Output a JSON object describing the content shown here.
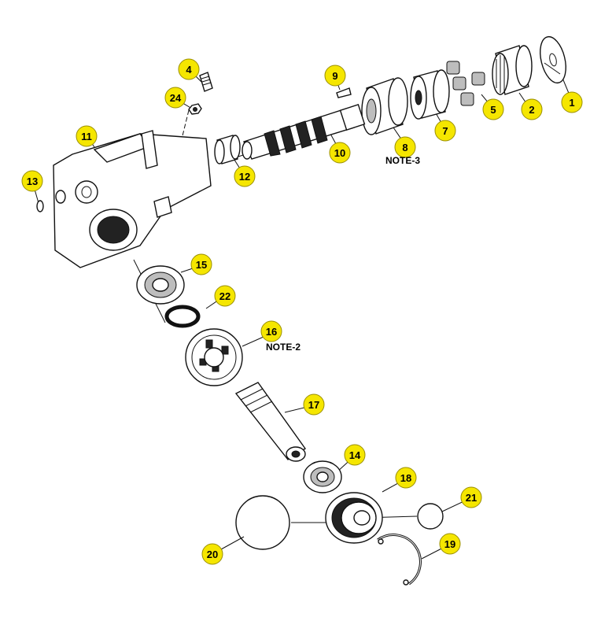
{
  "diagram": {
    "callout_color": "#f5e600",
    "callouts": [
      {
        "id": "c1",
        "label": "1"
      },
      {
        "id": "c2",
        "label": "2"
      },
      {
        "id": "c4",
        "label": "4"
      },
      {
        "id": "c5",
        "label": "5"
      },
      {
        "id": "c7",
        "label": "7"
      },
      {
        "id": "c8",
        "label": "8"
      },
      {
        "id": "c9",
        "label": "9"
      },
      {
        "id": "c10",
        "label": "10"
      },
      {
        "id": "c11",
        "label": "11"
      },
      {
        "id": "c12",
        "label": "12"
      },
      {
        "id": "c13",
        "label": "13"
      },
      {
        "id": "c14",
        "label": "14"
      },
      {
        "id": "c15",
        "label": "15"
      },
      {
        "id": "c16",
        "label": "16"
      },
      {
        "id": "c17",
        "label": "17"
      },
      {
        "id": "c18",
        "label": "18"
      },
      {
        "id": "c19",
        "label": "19"
      },
      {
        "id": "c20",
        "label": "20"
      },
      {
        "id": "c21",
        "label": "21"
      },
      {
        "id": "c22",
        "label": "22"
      },
      {
        "id": "c24",
        "label": "24"
      }
    ],
    "notes": {
      "note2": "NOTE-2",
      "note3": "NOTE-3"
    }
  }
}
